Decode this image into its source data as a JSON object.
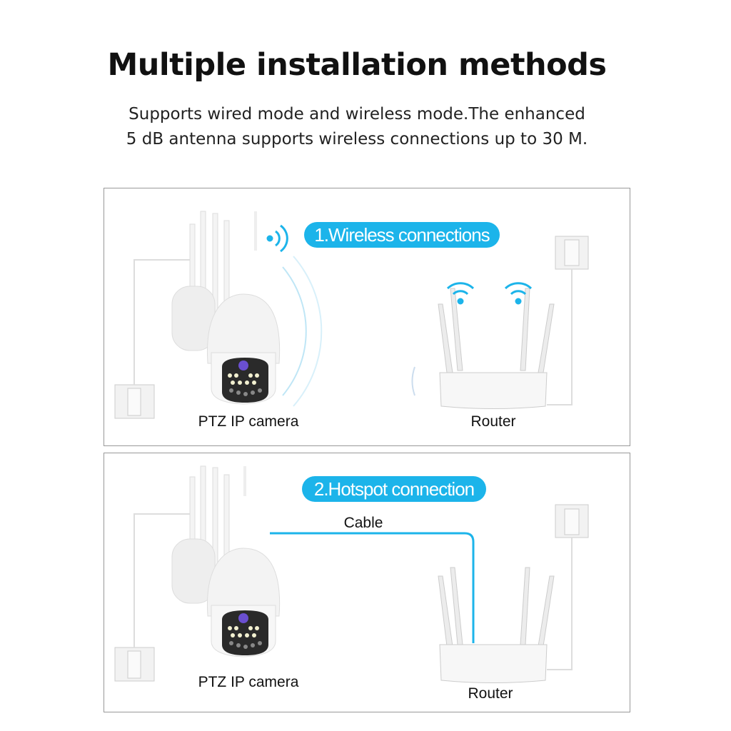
{
  "header": {
    "title": "Multiple installation methods",
    "subtitle_line1": "Supports wired mode and wireless mode.The enhanced",
    "subtitle_line2": "5 dB antenna supports wireless connections up to 30 M."
  },
  "panels": [
    {
      "badge": "1.Wireless connections",
      "camera_label": "PTZ IP camera",
      "router_label": "Router"
    },
    {
      "badge": "2.Hotspot connection",
      "camera_label": "PTZ IP camera",
      "router_label": "Router",
      "cable_label": "Cable"
    }
  ],
  "colors": {
    "accent": "#1cb4ea",
    "border": "#999999"
  }
}
